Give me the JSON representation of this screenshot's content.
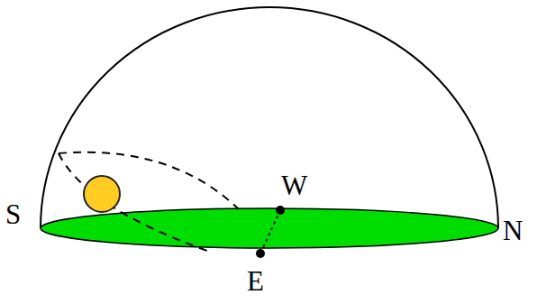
{
  "diagram": {
    "labels": [
      "S",
      "W",
      "N",
      "E"
    ]
  }
}
